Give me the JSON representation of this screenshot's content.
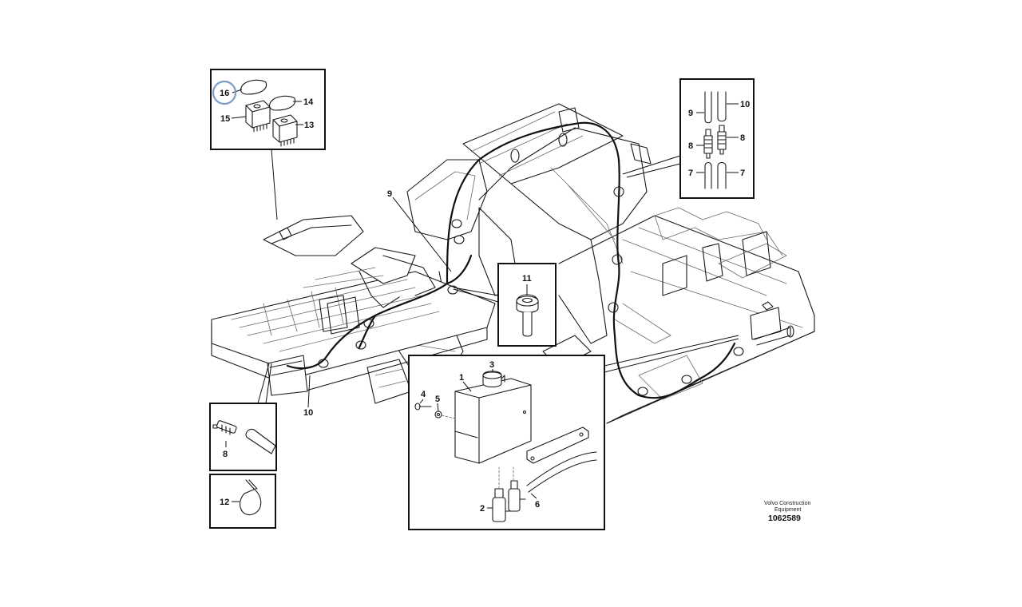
{
  "callouts": {
    "c16": "16",
    "c14": "14",
    "c15": "15",
    "c13": "13",
    "c9_main": "9",
    "c10_main": "10",
    "c9_box": "9",
    "c10_box": "10",
    "c8_left": "8",
    "c8_right": "8",
    "c7_left": "7",
    "c7_right": "7",
    "c11": "11",
    "c1": "1",
    "c2": "2",
    "c3": "3",
    "c4": "4",
    "c5": "5",
    "c6": "6",
    "c8_detail": "8",
    "c12": "12"
  },
  "footer": {
    "brand_line1": "Volvo Construction",
    "brand_line2": "Equipment",
    "document_number": "1062589"
  },
  "highlight": {
    "callout": "16",
    "color": "#7a9cc6"
  }
}
